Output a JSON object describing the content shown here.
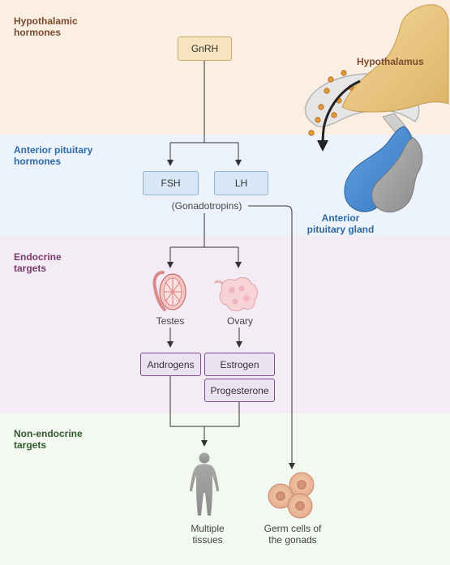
{
  "sections": {
    "hypothalamic": "Hypothalamic\nhormones",
    "anterior": "Anterior pituitary\nhormones",
    "endocrine": "Endocrine\ntargets",
    "nonendocrine": "Non-endocrine\ntargets"
  },
  "anatomy": {
    "hypothalamus": "Hypothalamus",
    "pituitary": "Anterior\npituitary gland"
  },
  "boxes": {
    "gnrh": "GnRH",
    "fsh": "FSH",
    "lh": "LH",
    "androgens": "Androgens",
    "estrogen": "Estrogen",
    "progesterone": "Progesterone"
  },
  "labels": {
    "gonadotropins": "(Gonadotropins)",
    "testes": "Testes",
    "ovary": "Ovary",
    "multiple_tissues": "Multiple\ntissues",
    "germ_cells": "Germ cells of\nthe gonads"
  },
  "colors": {
    "hypothalamic_band": "#fbeee2",
    "anterior_band": "#edf3fb",
    "endocrine_band": "#f3ecf5",
    "nonendocrine_band": "#f3f8f1"
  }
}
